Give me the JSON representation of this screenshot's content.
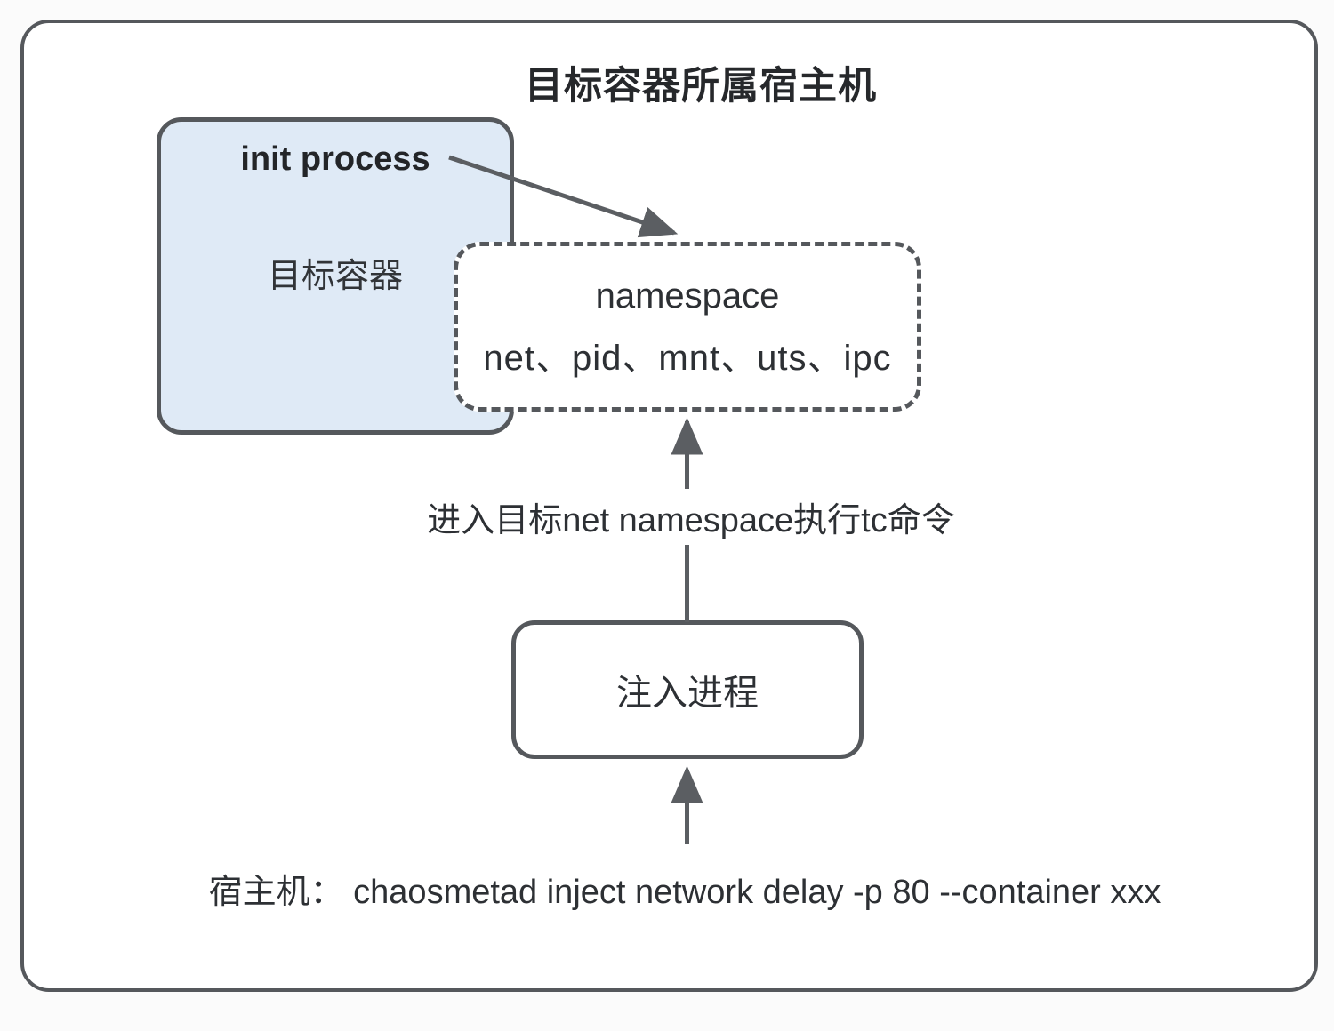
{
  "colors": {
    "page_bg": "#fbfbfb",
    "box_bg": "#ffffff",
    "border": "#55585c",
    "arrow": "#5b5e62",
    "container_fill": "#dfeaf6",
    "text": "#2d3034"
  },
  "title": "目标容器所属宿主机",
  "target_container": {
    "init_process": "init process",
    "label": "目标容器"
  },
  "namespace": {
    "title": "namespace",
    "items": "net、pid、mnt、uts、ipc"
  },
  "inject_process": {
    "label": "注入进程"
  },
  "enter_ns_label": "进入目标net namespace执行tc命令",
  "host_command": "宿主机： chaosmetad inject network delay -p 80 --container xxx"
}
